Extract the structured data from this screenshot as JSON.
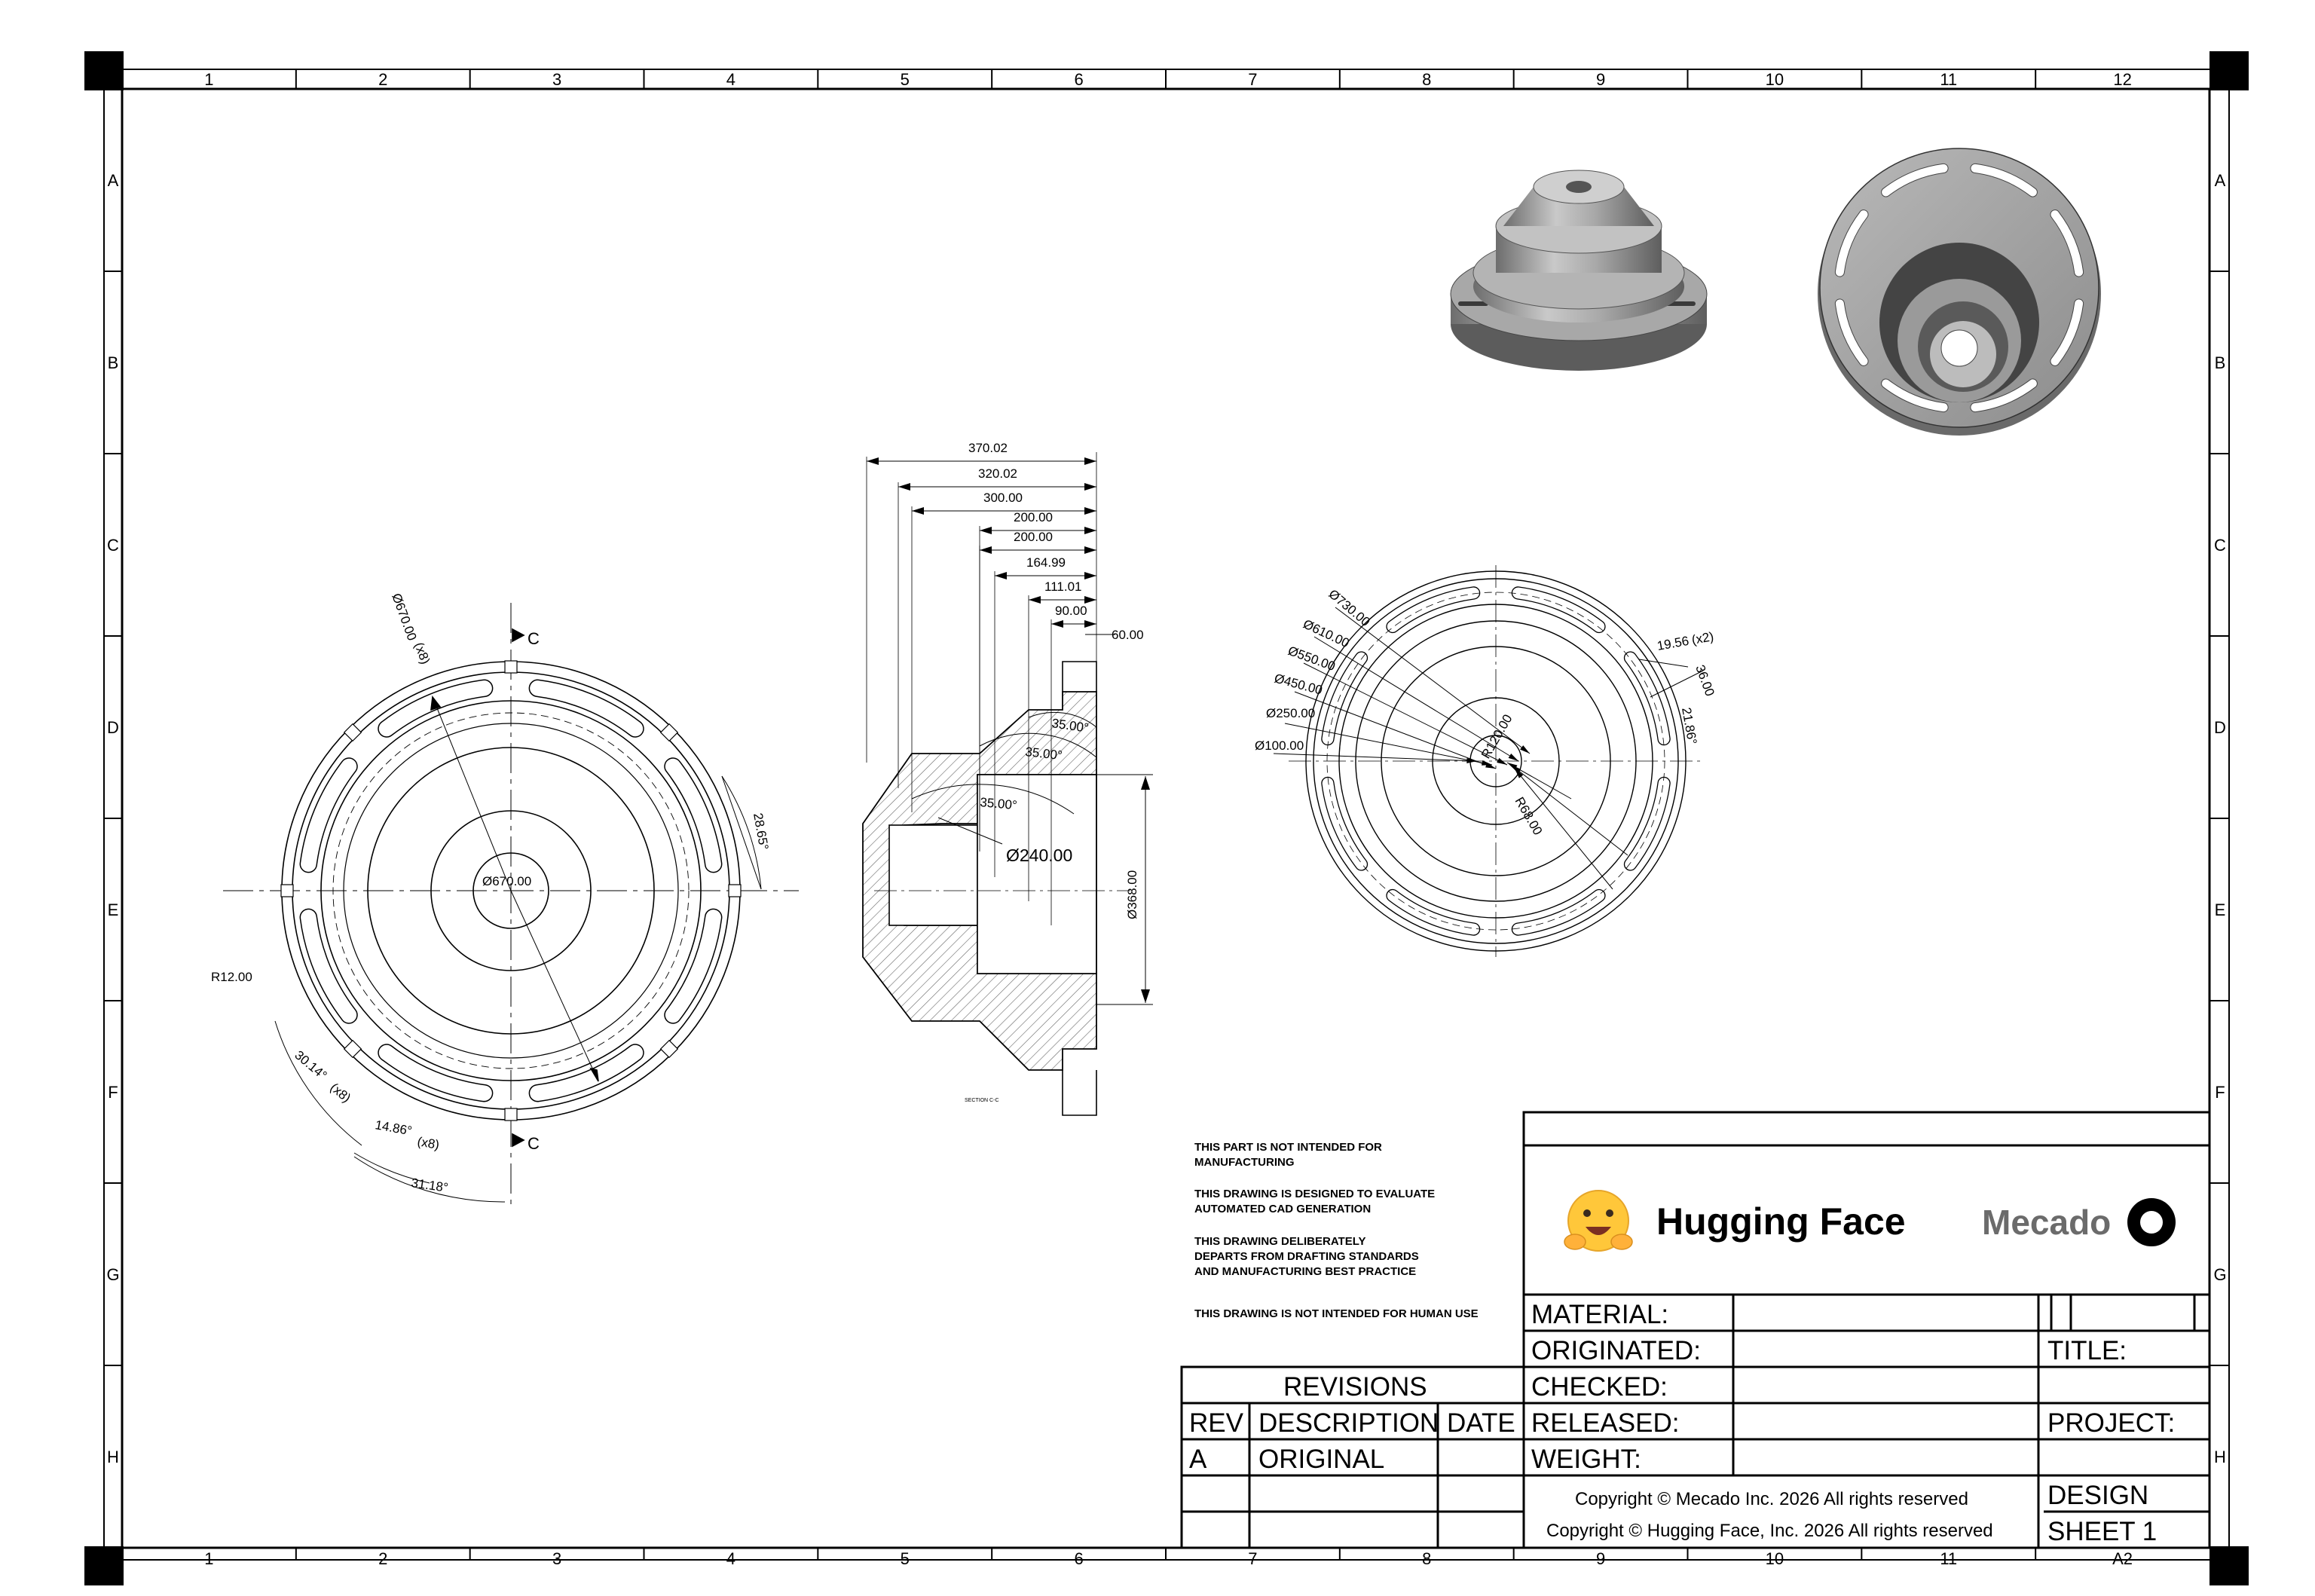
{
  "zones": {
    "columns": [
      "1",
      "2",
      "3",
      "4",
      "5",
      "6",
      "7",
      "8",
      "9",
      "10",
      "11",
      "12"
    ],
    "rows": [
      "A",
      "B",
      "C",
      "D",
      "E",
      "F",
      "G",
      "H"
    ],
    "sheet_size": "A2"
  },
  "front_view": {
    "dim_diameter_outer": "Ø670.00",
    "dim_diameter_outer_count": "(x8)",
    "dim_center": "Ø670.00",
    "dim_radius": "R12.00",
    "dim_angle_1": "30.14°",
    "dim_angle_1_count": "(x8)",
    "dim_angle_2": "14.86°",
    "dim_angle_2_count": "(x8)",
    "dim_angle_3": "31.18°",
    "dim_notch": "28.65°",
    "section_label": "C"
  },
  "section_view": {
    "horizontal_dims": [
      "370.02",
      "320.02",
      "300.00",
      "200.00",
      "200.00",
      "164.99",
      "111.01",
      "90.00"
    ],
    "dim_60": "60.00",
    "angle_1": "35.00°",
    "angle_2": "35.00°",
    "angle_3": "35.00°",
    "bore": "Ø240.00",
    "height": "Ø368.00",
    "caption": "SECTION C-C"
  },
  "back_view": {
    "diameters": [
      "Ø730.00",
      "Ø610.00",
      "Ø550.00",
      "Ø450.00",
      "Ø250.00",
      "Ø100.00"
    ],
    "r120": "R120.00",
    "r68": "R68.00",
    "slot_width": "19.56",
    "slot_count": "(x2)",
    "slot_36": "36.00",
    "slot_21": "21.86°"
  },
  "notes": [
    "THIS PART IS NOT INTENDED FOR",
    "MANUFACTURING",
    "THIS DRAWING IS DESIGNED TO EVALUATE",
    "AUTOMATED CAD GENERATION",
    "THIS DRAWING DELIBERATELY",
    "DEPARTS FROM DRAFTING STANDARDS",
    "AND MANUFACTURING BEST PRACTICE",
    "THIS DRAWING IS NOT INTENDED FOR HUMAN USE"
  ],
  "title_block": {
    "brand_hf": "Hugging Face",
    "brand_mecado": "Mecado",
    "material": "MATERIAL:",
    "originated": "ORIGINATED:",
    "checked": "CHECKED:",
    "released": "RELEASED:",
    "weight": "WEIGHT:",
    "title": "TITLE:",
    "project": "PROJECT:",
    "design": "DESIGN",
    "sheet": "SHEET 1",
    "copyright_1": "Copyright © Mecado Inc. 2026 All rights reserved",
    "copyright_2": "Copyright © Hugging Face, Inc. 2026 All rights reserved"
  },
  "revisions": {
    "heading": "REVISIONS",
    "col_rev": "REV",
    "col_desc": "DESCRIPTION",
    "col_date": "DATE",
    "rows": [
      {
        "rev": "A",
        "desc": "ORIGINAL",
        "date": ""
      }
    ]
  }
}
